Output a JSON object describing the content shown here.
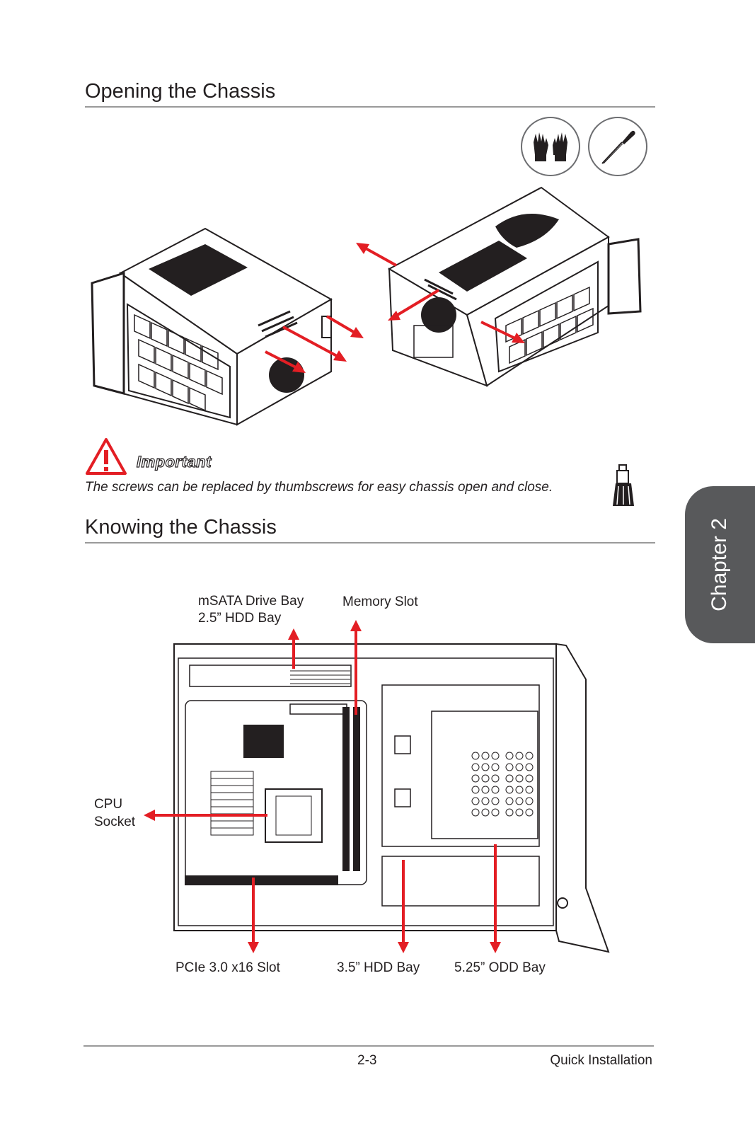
{
  "sections": {
    "opening": {
      "title": "Opening the Chassis"
    },
    "knowing": {
      "title": "Knowing the Chassis"
    }
  },
  "tools": [
    {
      "icon": "gloves-icon"
    },
    {
      "icon": "screwdriver-icon"
    }
  ],
  "important": {
    "label": "Important",
    "text": "The screws can be replaced by thumbscrews for easy chassis open and close."
  },
  "chapter_tab": {
    "label": "Chapter 2"
  },
  "diagram_labels": {
    "msata_bay": "mSATA Drive Bay",
    "hdd25_bay": "2.5” HDD Bay",
    "memory_slot": "Memory Slot",
    "cpu": "CPU",
    "socket": "Socket",
    "pcie_slot": "PCIe 3.0 x16 Slot",
    "hdd35_bay": "3.5” HDD Bay",
    "odd_bay": "5.25” ODD Bay"
  },
  "footer": {
    "page_number": "2-3",
    "section": "Quick Installation"
  },
  "colors": {
    "arrow": "#e31e24",
    "text": "#231f20",
    "rule": "#9a9a9a",
    "chapter_tab": "#58595b"
  }
}
